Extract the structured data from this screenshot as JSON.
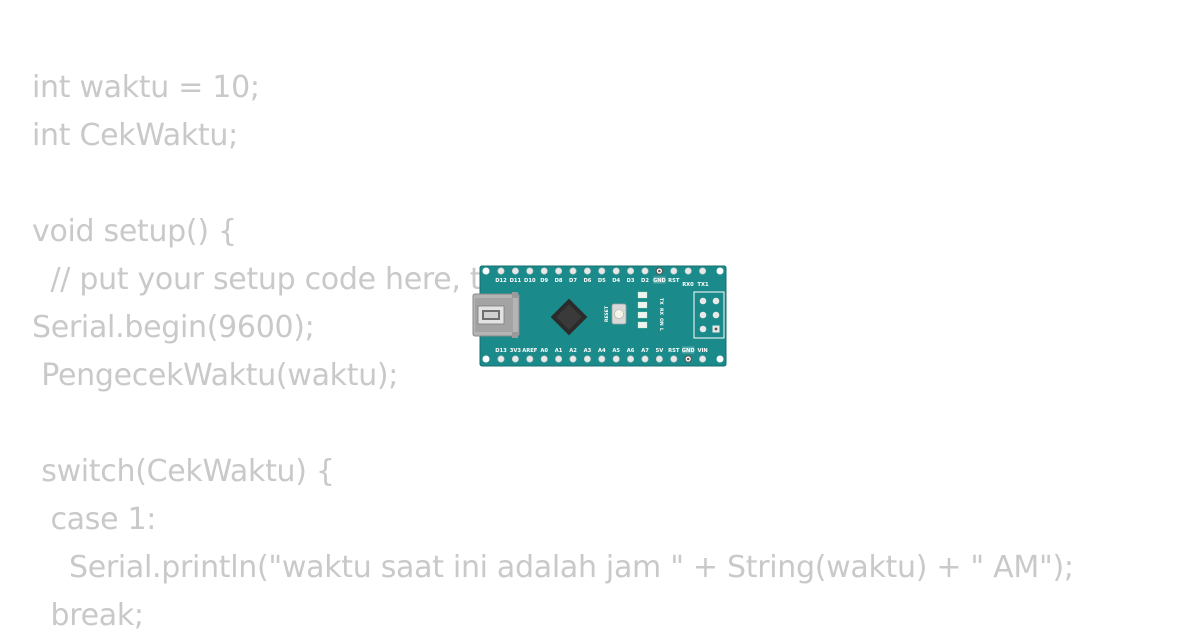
{
  "code_lines": [
    "int waktu = 10;",
    "int CekWaktu;",
    "",
    "void setup() {",
    "  // put your setup code here, to run once:",
    "Serial.begin(9600);",
    " PengecekWaktu(waktu);",
    "",
    " switch(CekWaktu) {",
    "  case 1:",
    "    Serial.println(\"waktu saat ini adalah jam \" + String(waktu) + \" AM\");",
    "  break;"
  ],
  "board": {
    "top_pin_labels": [
      "D12",
      "D11",
      "D10",
      "D9",
      "D8",
      "D7",
      "D6",
      "D5",
      "D4",
      "D3",
      "D2",
      "GND",
      "RST",
      "RX0",
      "TX1"
    ],
    "bottom_pin_labels": [
      "D13",
      "3V3",
      "AREF",
      "A0",
      "A1",
      "A2",
      "A3",
      "A4",
      "A5",
      "A6",
      "A7",
      "5V",
      "RST",
      "GND",
      "VIN"
    ],
    "reset_label": "RESET",
    "led_labels": [
      "TX",
      "RX",
      "ON",
      "L"
    ],
    "colors": {
      "pcb": "#1b8a8a",
      "pcb_edge": "#157070",
      "pad": "#e8e8e8",
      "chip": "#2b2b2b",
      "usb": "#9a9a9a",
      "code_text": "#c9c9c9"
    }
  }
}
